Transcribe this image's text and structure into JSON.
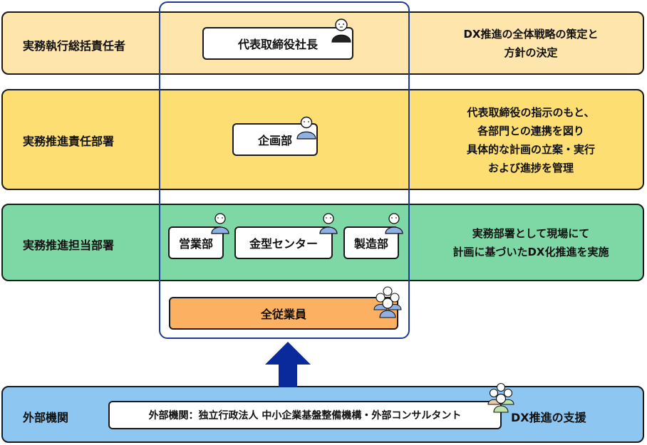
{
  "bands": {
    "executive": {
      "label": "実務執行総括責任者",
      "desc_lines": [
        "DX推進の全体戦略の策定と",
        "方針の決定"
      ],
      "color": "#fde5ab"
    },
    "promotion": {
      "label": "実務推進責任部署",
      "desc_lines": [
        "代表取締役の指示のもと、",
        "各部門との連携を図り",
        "具体的な計画の立案・実行",
        "および進捗を管理"
      ],
      "color": "#fcde72"
    },
    "charge": {
      "label": "実務推進担当部署",
      "desc_lines": [
        "実務部署として現場にて",
        "計画に基づいたDX化推進を実施"
      ],
      "color": "#7ed8a6"
    },
    "external": {
      "label": "外部機関",
      "desc": "DX推進の支援",
      "color": "#8ec6f2"
    }
  },
  "boxes": {
    "ceo": "代表取締役社長",
    "planning": "企画部",
    "sales": "営業部",
    "mold_center": "金型センター",
    "manufacturing": "製造部",
    "all_employees": "全従業員",
    "external_orgs": "外部機関：独立行政法人 中小企業基盤整備機構・外部コンサルタント"
  },
  "colors": {
    "frame": "#1f3a93",
    "arrow": "#0a2a9c",
    "all_employees_fill": "#fbb062",
    "person_blue": "#8fb0e3",
    "person_dark": "#222222"
  }
}
